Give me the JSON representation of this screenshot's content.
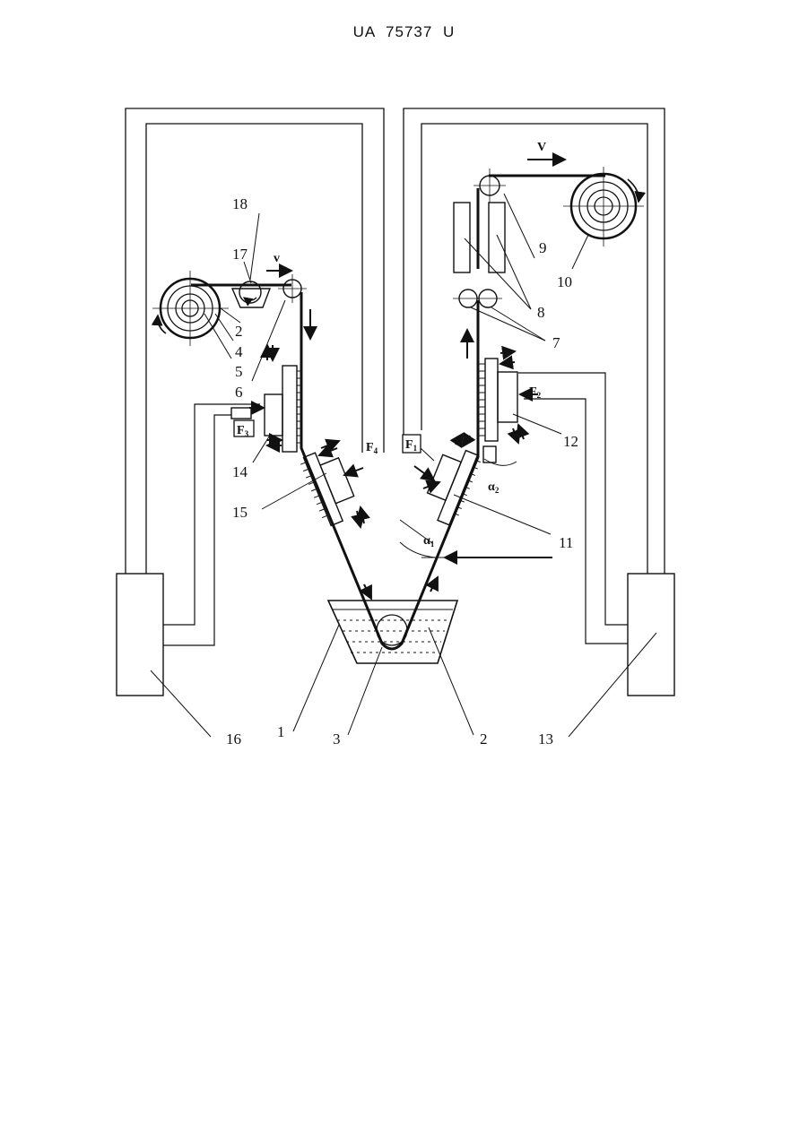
{
  "header": {
    "patent_number": "UA   75737   U"
  },
  "labels": {
    "n1": "1",
    "n2_bath": "2",
    "n2_top": "2",
    "n3": "3",
    "n4": "4",
    "n5": "5",
    "n6": "6",
    "n7": "7",
    "n8": "8",
    "n9": "9",
    "n10": "10",
    "n11": "11",
    "n12": "12",
    "n13": "13",
    "n14": "14",
    "n15": "15",
    "n16": "16",
    "n17": "17",
    "n18": "18",
    "v_left": "v",
    "v_right": "V",
    "F1": "F",
    "F1_sub": "1",
    "F2": "F",
    "F2_sub": "2",
    "F3": "F",
    "F3_sub": "3",
    "F4": "F",
    "F4_sub": "4",
    "alpha1": "α",
    "alpha1_sub": "1",
    "alpha2": "α",
    "alpha2_sub": "2"
  }
}
